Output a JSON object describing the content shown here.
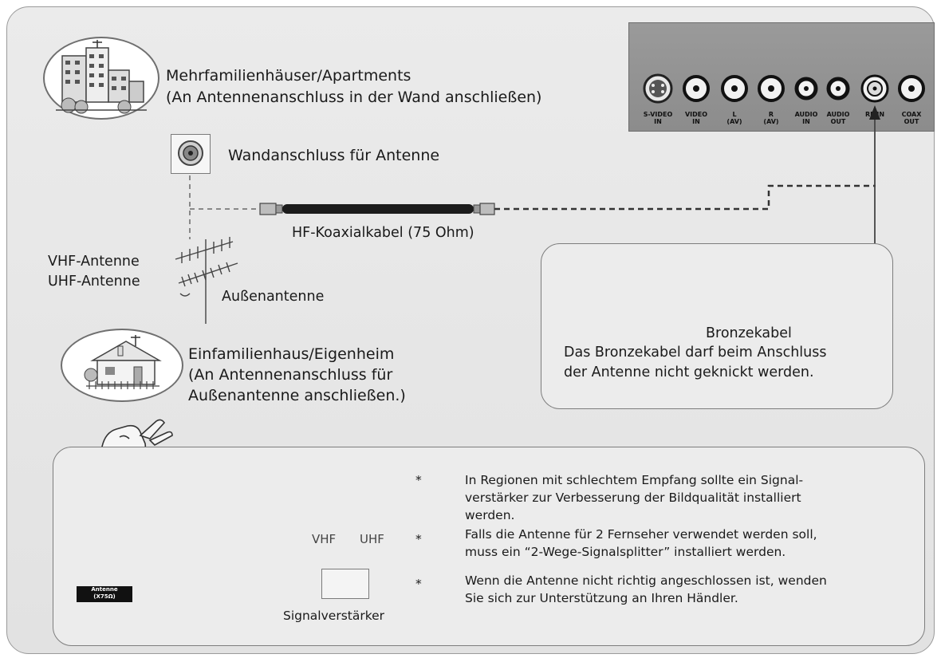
{
  "apartment": {
    "line1": "Mehrfamilienhäuser/Apartments",
    "line2": "(An Antennenanschluss in der Wand anschließen)"
  },
  "wall_outlet_label": "Wandanschluss für Antenne",
  "coax_label": "HF-Koaxialkabel (75 Ohm)",
  "antenna_types": {
    "vhf": "VHF-Antenne",
    "uhf": "UHF-Antenne"
  },
  "outdoor_antenna_label": "Außenantenne",
  "house": {
    "line1": "Einfamilienhaus/Eigenheim",
    "line2": "(An Antennenanschluss für",
    "line3": "Außenantenne anschließen.)"
  },
  "back_panel": {
    "jacks": [
      {
        "id": "s-video",
        "label": "S-VIDEO\nIN"
      },
      {
        "id": "video-in",
        "label": "VIDEO\nIN"
      },
      {
        "id": "l-av",
        "label": "L\n(AV)"
      },
      {
        "id": "r-av",
        "label": "R\n(AV)"
      },
      {
        "id": "audio-in",
        "label": "AUDIO\nIN"
      },
      {
        "id": "audio-out",
        "label": "AUDIO\nOUT"
      },
      {
        "id": "rf-in",
        "label": "RF IN"
      },
      {
        "id": "coax-out",
        "label": "COAX\nOUT"
      }
    ]
  },
  "bronze": {
    "title": "Bronzekabel",
    "line1": "Das Bronzekabel darf beim Anschluss",
    "line2": "der Antenne nicht geknickt werden."
  },
  "lower": {
    "vhf": "VHF",
    "uhf": "UHF",
    "amplifier_label": "Signalverstärker",
    "antenna_tag_line1": "Antenne",
    "antenna_tag_line2": "(X75Ω)",
    "notes": [
      {
        "bullet": "*",
        "lines": [
          "In Regionen mit schlechtem Empfang sollte ein Signal-",
          "verstärker zur Verbesserung der Bildqualität installiert",
          "werden."
        ]
      },
      {
        "bullet": "*",
        "lines": [
          "Falls die Antenne für 2 Fernseher verwendet werden soll,",
          "muss ein “2-Wege-Signalsplitter” installiert werden."
        ]
      },
      {
        "bullet": "*",
        "lines": [
          "Wenn die Antenne nicht richtig angeschlossen ist, wenden",
          "Sie sich zur Unterstützung an Ihren Händler."
        ]
      }
    ]
  }
}
